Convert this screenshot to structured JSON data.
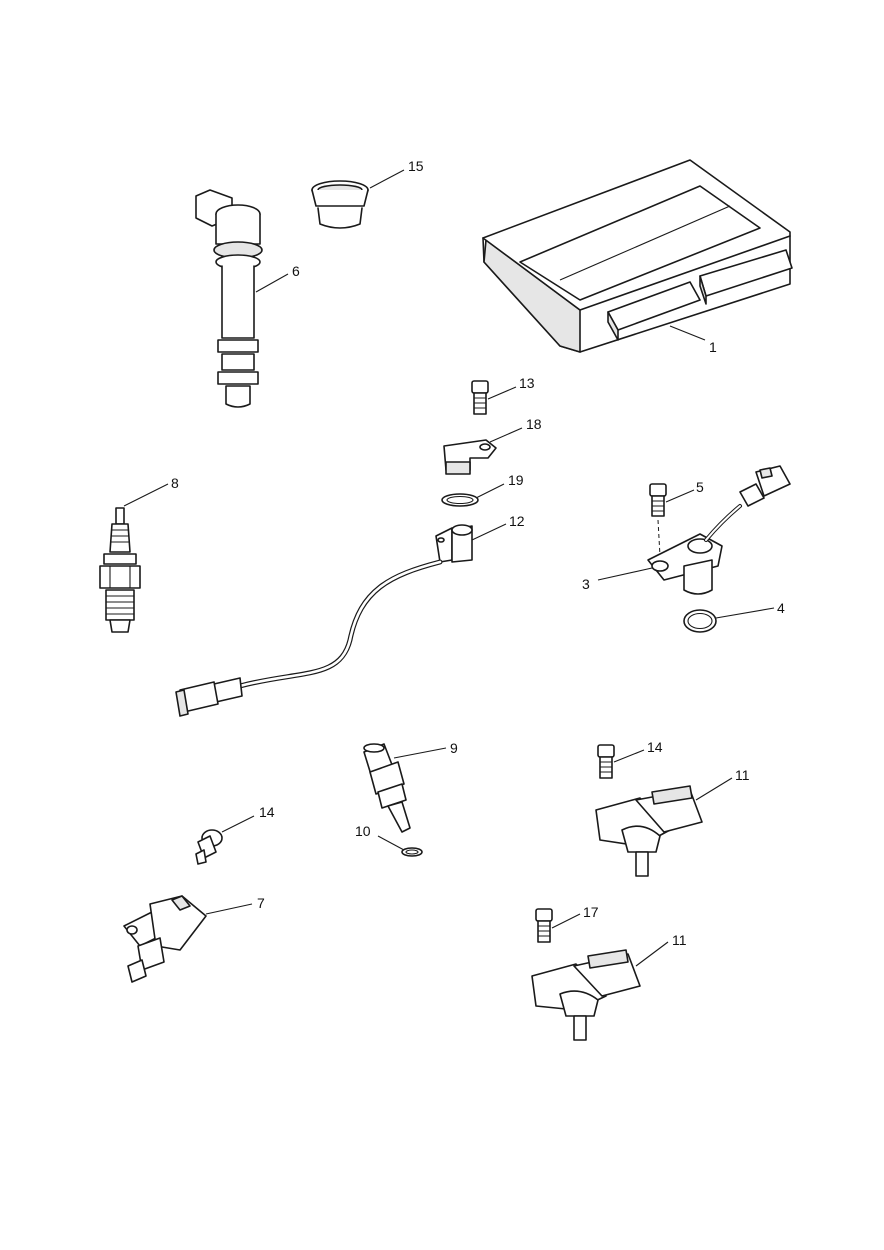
{
  "callouts": {
    "c1": "1",
    "c3": "3",
    "c4": "4",
    "c5": "5",
    "c6": "6",
    "c7": "7",
    "c8": "8",
    "c9": "9",
    "c10": "10",
    "c11a": "11",
    "c11b": "11",
    "c12": "12",
    "c13": "13",
    "c14a": "14",
    "c14b": "14",
    "c15": "15",
    "c17": "17",
    "c18": "18",
    "c19": "19"
  }
}
